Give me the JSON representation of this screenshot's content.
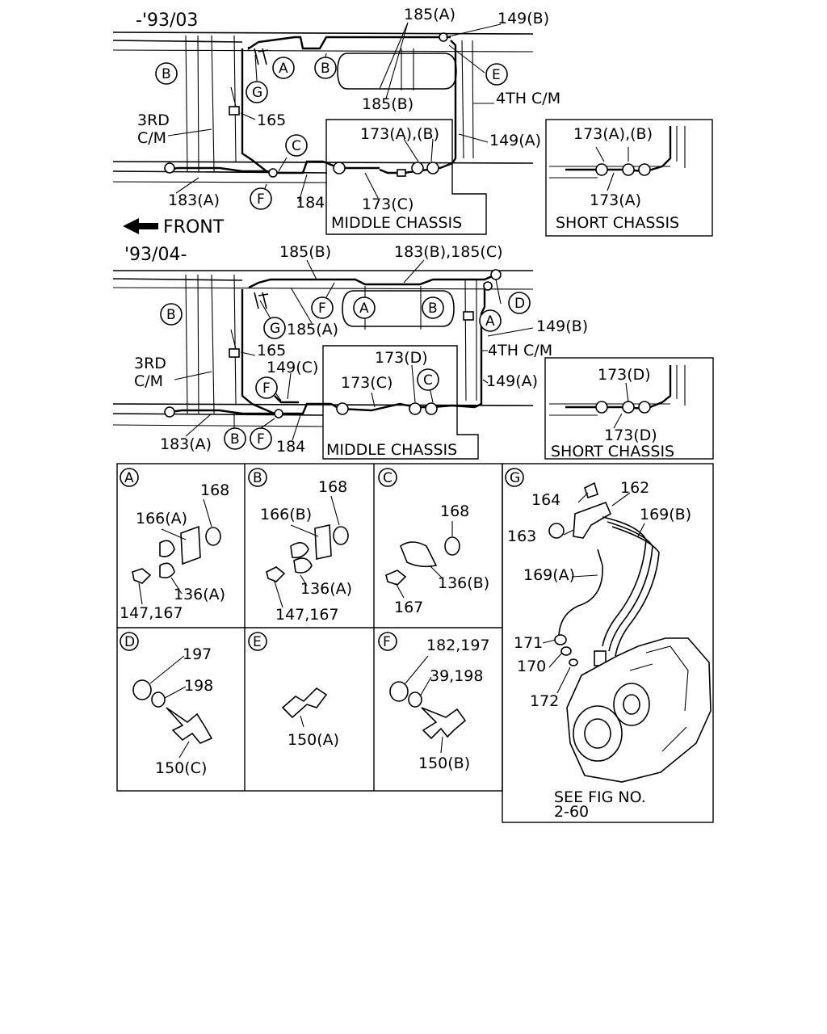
{
  "top_diagram": {
    "date": "-'93/03",
    "front": "FRONT",
    "middle_chassis": "MIDDLE CHASSIS",
    "short_chassis": "SHORT CHASSIS",
    "labels": {
      "p185a": "185(A)",
      "p149b": "149(B)",
      "p185b": "185(B)",
      "c4th": "4TH C/M",
      "c3rd_a": "3RD",
      "c3rd_b": "C/M",
      "p165": "165",
      "p173ab": "173(A),(B)",
      "p149a": "149(A)",
      "p183a": "183(A)",
      "p184": "184",
      "p173c": "173(C)",
      "s173ab": "173(A),(B)",
      "s173a": "173(A)"
    },
    "circles": {
      "A": "A",
      "B": "B",
      "B2": "B",
      "C": "C",
      "E": "E",
      "F": "F",
      "G": "G"
    }
  },
  "bottom_diagram": {
    "date": "'93/04-",
    "middle_chassis": "MIDDLE CHASSIS",
    "short_chassis": "SHORT CHASSIS",
    "labels": {
      "p185b": "185(B)",
      "p183b185c": "183(B),185(C)",
      "p185a": "185(A)",
      "p149b": "149(B)",
      "c4th": "4TH C/M",
      "c3rd_a": "3RD",
      "c3rd_b": "C/M",
      "p165": "165",
      "p149c": "149(C)",
      "p173d": "173(D)",
      "p173c": "173(C)",
      "p149a": "149(A)",
      "p183a": "183(A)",
      "p184": "184",
      "s173d": "173(D)",
      "s173d2": "173(D)"
    },
    "circles": {
      "A": "A",
      "B": "B",
      "A2": "A",
      "B2": "B",
      "C": "C",
      "D": "D",
      "F": "F",
      "F2": "F",
      "G": "G",
      "B3": "B",
      "F3": "F"
    }
  },
  "detail_panels": {
    "A": {
      "key": "A",
      "labels": [
        "168",
        "166(A)",
        "136(A)",
        "147,167"
      ]
    },
    "B": {
      "key": "B",
      "labels": [
        "168",
        "166(B)",
        "136(A)",
        "147,167"
      ]
    },
    "C": {
      "key": "C",
      "labels": [
        "168",
        "136(B)",
        "167"
      ]
    },
    "D": {
      "key": "D",
      "labels": [
        "197",
        "198",
        "150(C)"
      ]
    },
    "E": {
      "key": "E",
      "labels": [
        "150(A)"
      ]
    },
    "F": {
      "key": "F",
      "labels": [
        "182,197",
        "39,198",
        "150(B)"
      ]
    },
    "G": {
      "key": "G",
      "labels": [
        "164",
        "162",
        "169(B)",
        "163",
        "169(A)",
        "171",
        "170",
        "172"
      ],
      "note_1": "SEE FIG NO.",
      "note_2": "2-60"
    }
  }
}
